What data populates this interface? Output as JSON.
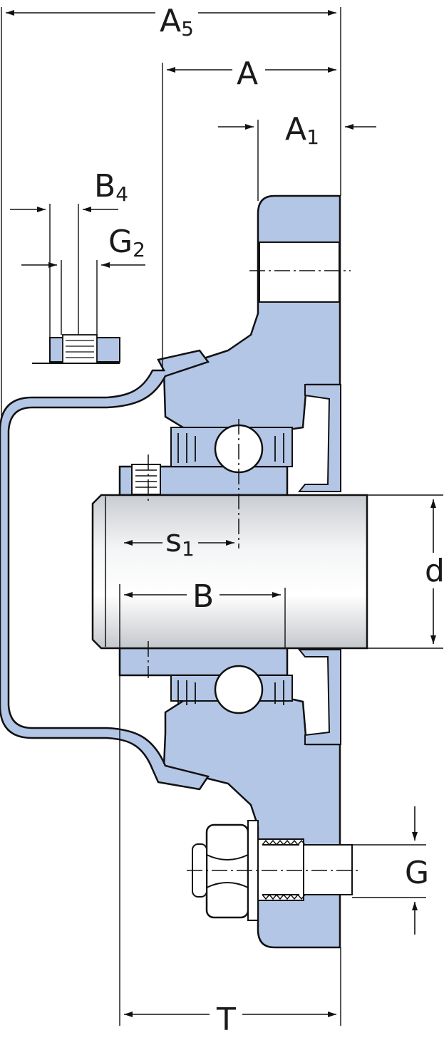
{
  "colors": {
    "housing_fill": "#b3c6e6",
    "outline": "#111111",
    "shaft_fill": "#e3e5e8",
    "background": "#ffffff"
  },
  "dimensions": {
    "A5": {
      "main": "A",
      "sub": "5"
    },
    "A": {
      "main": "A"
    },
    "A1": {
      "main": "A",
      "sub": "1"
    },
    "B4": {
      "main": "B",
      "sub": "4"
    },
    "G2": {
      "main": "G",
      "sub": "2"
    },
    "s1": {
      "main": "s",
      "sub": "1"
    },
    "B": {
      "main": "B"
    },
    "d": {
      "main": "d"
    },
    "G": {
      "main": "G"
    },
    "T": {
      "main": "T"
    }
  }
}
